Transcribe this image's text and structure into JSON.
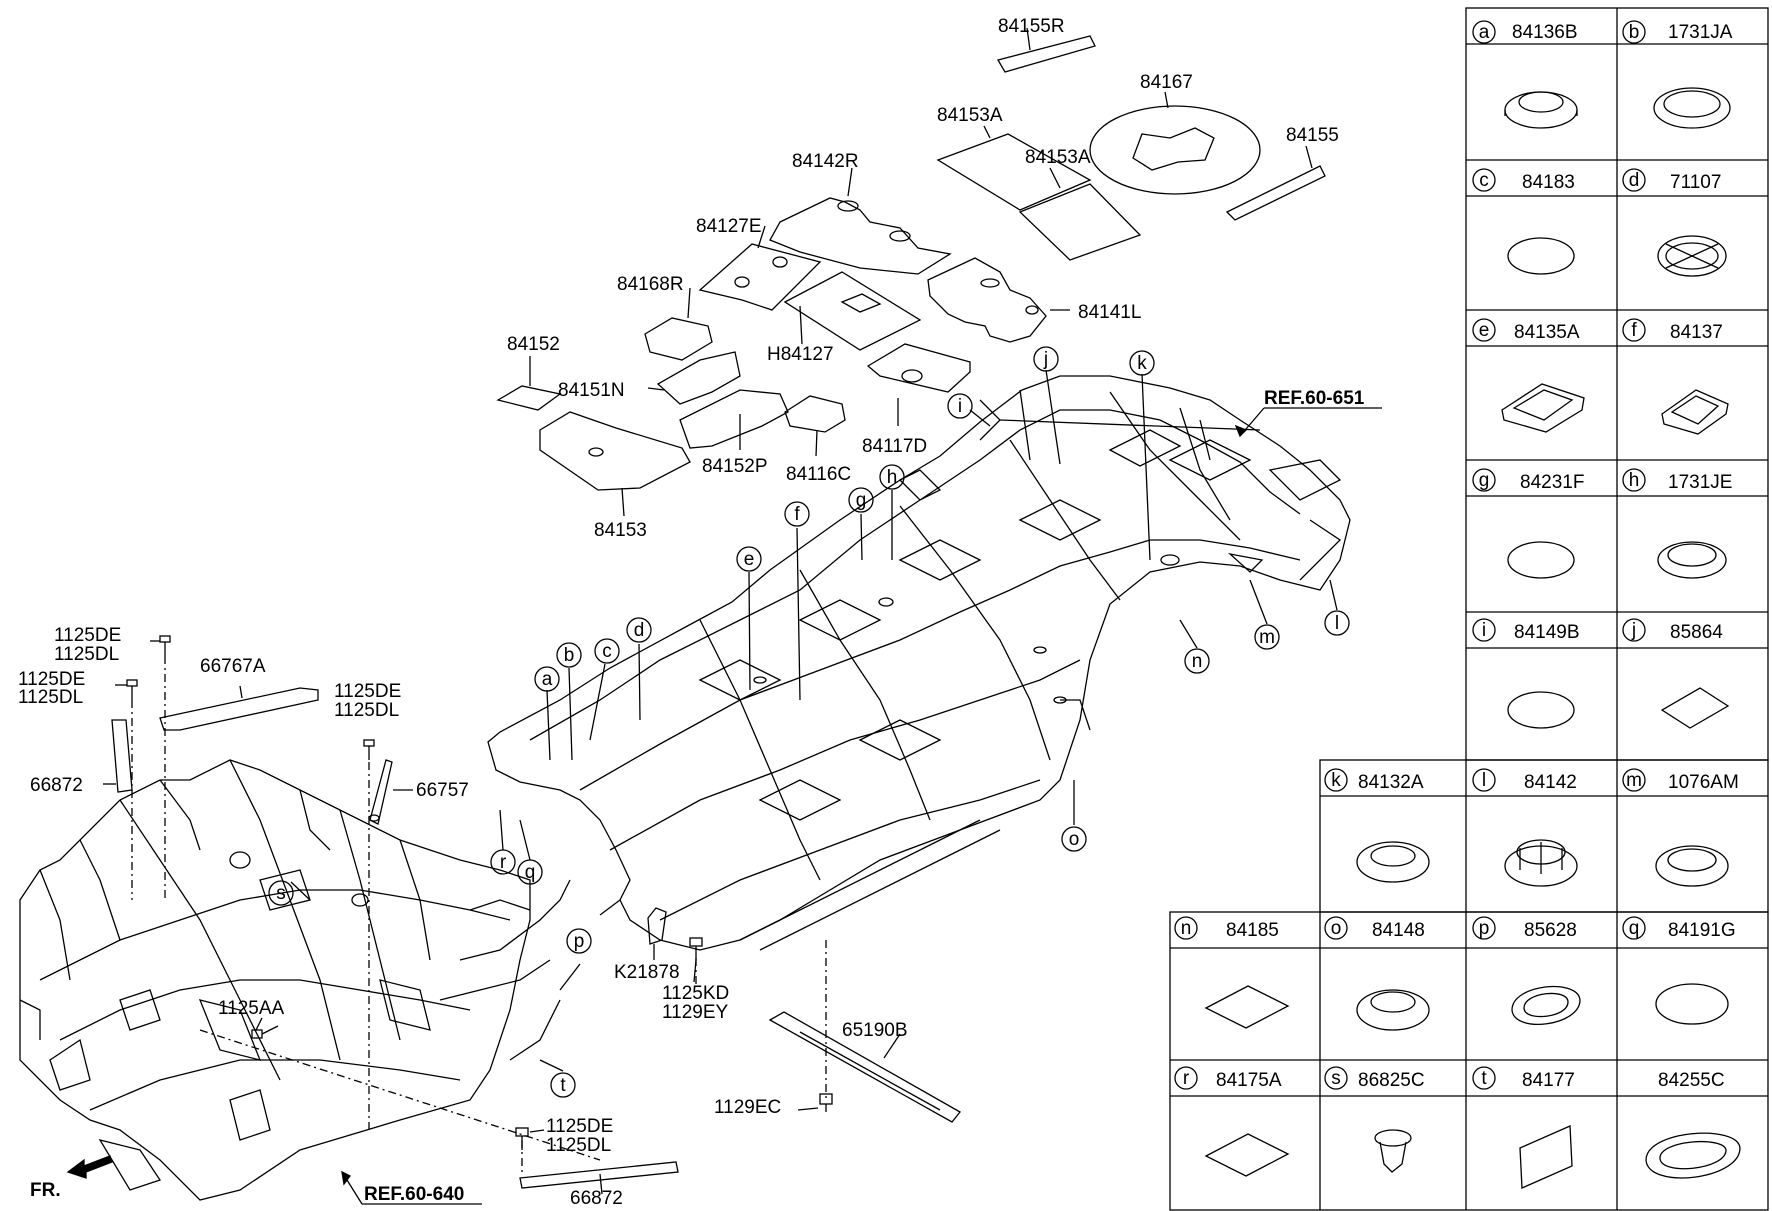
{
  "parts": {
    "p84155R": "84155R",
    "p84167": "84167",
    "p84153A_1": "84153A",
    "p84153A_2": "84153A",
    "p84155": "84155",
    "p84142R": "84142R",
    "p84127E": "84127E",
    "p84168R": "84168R",
    "p84141L": "84141L",
    "p84152": "84152",
    "pH84127": "H84127",
    "p84151N": "84151N",
    "p84117D": "84117D",
    "p84152P": "84152P",
    "p84116C": "84116C",
    "p84153": "84153",
    "ref651": "REF.60-651",
    "p1125DE_1": "1125DE",
    "p1125DL_1": "1125DL",
    "p1125DE_2": "1125DE",
    "p1125DL_2": "1125DL",
    "p66767A": "66767A",
    "p1125DE_3": "1125DE",
    "p1125DL_3": "1125DL",
    "p66872_1": "66872",
    "p66757": "66757",
    "pK21878": "K21878",
    "p1125KD": "1125KD",
    "p1129EY": "1129EY",
    "p1125AA": "1125AA",
    "p65190B": "65190B",
    "p1129EC": "1129EC",
    "p1125DE_4": "1125DE",
    "p1125DL_4": "1125DL",
    "p66872_2": "66872",
    "ref640": "REF.60-640",
    "fr": "FR."
  },
  "callouts": [
    "a",
    "b",
    "c",
    "d",
    "e",
    "f",
    "g",
    "h",
    "i",
    "j",
    "k",
    "l",
    "m",
    "n",
    "o",
    "p",
    "q",
    "r",
    "s",
    "t"
  ],
  "legend": {
    "row1": [
      {
        "letter": "a",
        "part": "84136B"
      },
      {
        "letter": "b",
        "part": "1731JA"
      }
    ],
    "row2": [
      {
        "letter": "c",
        "part": "84183"
      },
      {
        "letter": "d",
        "part": "71107"
      }
    ],
    "row3": [
      {
        "letter": "e",
        "part": "84135A"
      },
      {
        "letter": "f",
        "part": "84137"
      }
    ],
    "row4": [
      {
        "letter": "g",
        "part": "84231F"
      },
      {
        "letter": "h",
        "part": "1731JE"
      }
    ],
    "row5": [
      {
        "letter": "i",
        "part": "84149B"
      },
      {
        "letter": "j",
        "part": "85864"
      }
    ],
    "row6": [
      {
        "letter": "k",
        "part": "84132A"
      },
      {
        "letter": "l",
        "part": "84142"
      },
      {
        "letter": "m",
        "part": "1076AM"
      }
    ],
    "row7": [
      {
        "letter": "n",
        "part": "84185"
      },
      {
        "letter": "o",
        "part": "84148"
      },
      {
        "letter": "p",
        "part": "85628"
      },
      {
        "letter": "q",
        "part": "84191G"
      }
    ],
    "row8": [
      {
        "letter": "r",
        "part": "84175A"
      },
      {
        "letter": "s",
        "part": "86825C"
      },
      {
        "letter": "t",
        "part": "84177"
      },
      {
        "letter": "",
        "part": "84255C"
      }
    ]
  }
}
